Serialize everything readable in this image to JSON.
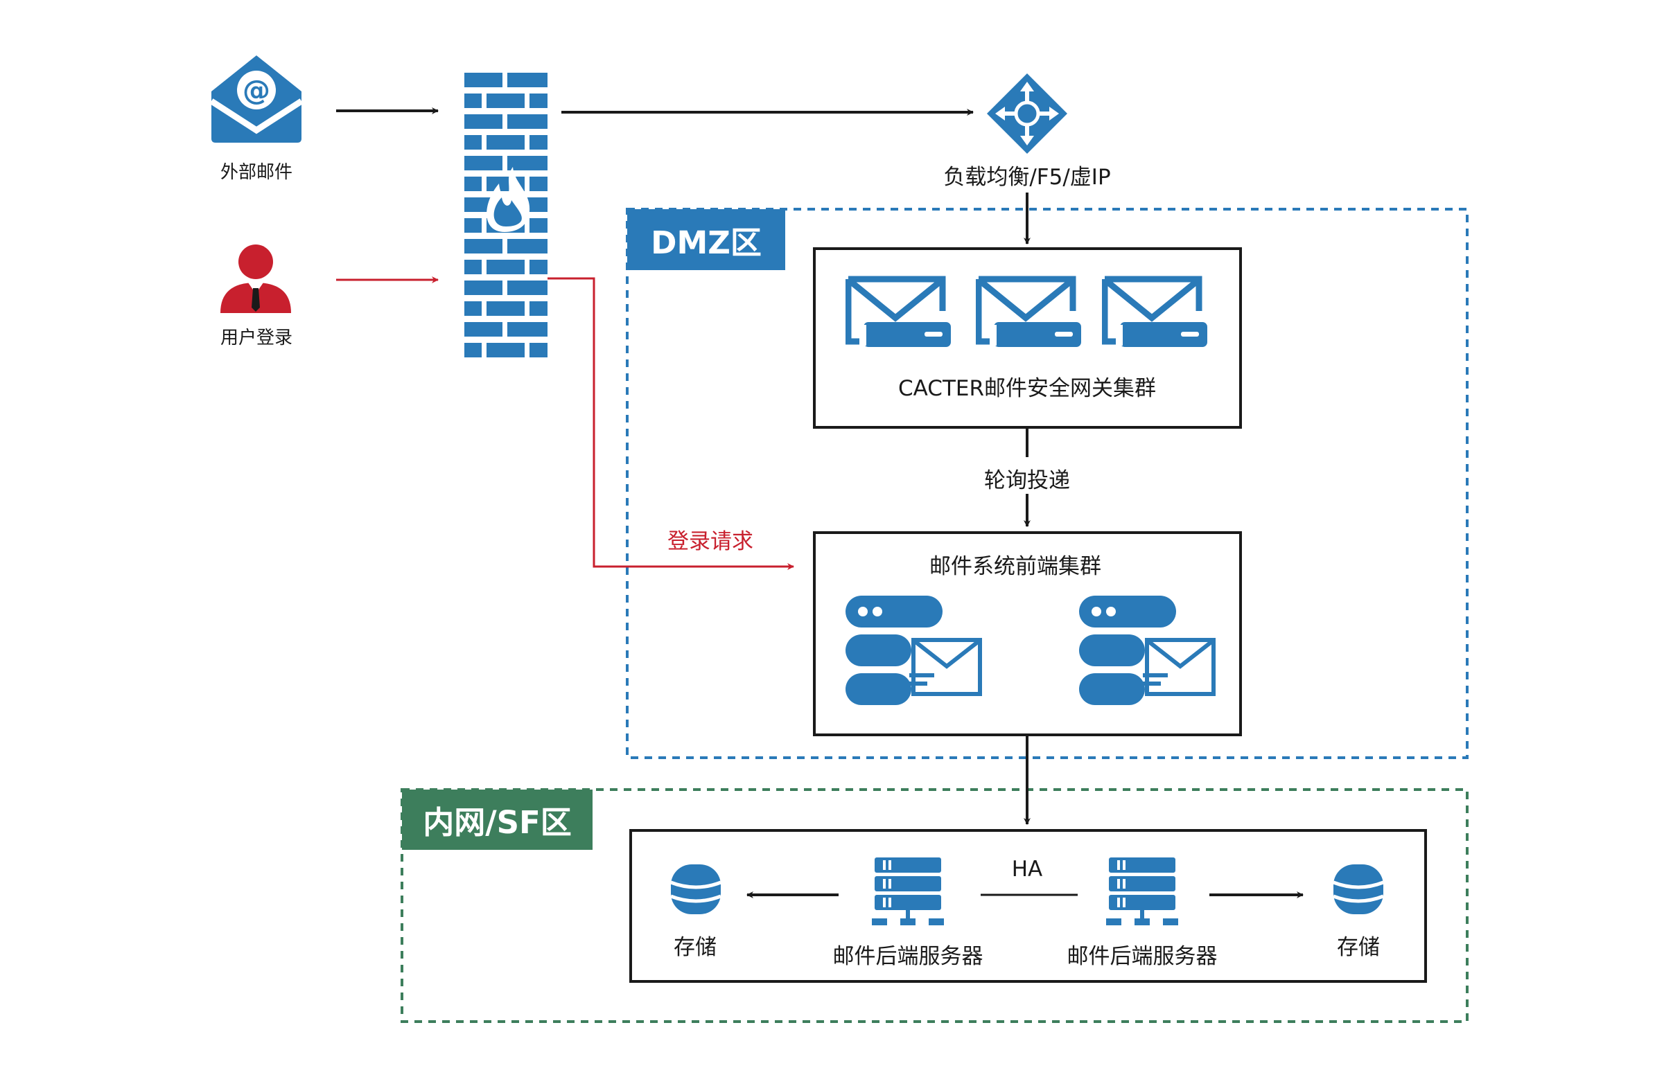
{
  "sources": {
    "external_mail": "外部邮件",
    "user_login": "用户登录"
  },
  "load_balancer": {
    "label": "负载均衡/F5/虚IP"
  },
  "dmz": {
    "tag": "DMZ区",
    "gateway_cluster": {
      "label": "CACTER邮件安全网关集群"
    },
    "delivery_label": "轮询投递",
    "login_request_label": "登录请求",
    "frontend_cluster": {
      "label": "邮件系统前端集群"
    }
  },
  "intranet": {
    "tag": "内网/SF区",
    "ha_label": "HA",
    "backend_left": "邮件后端服务器",
    "backend_right": "邮件后端服务器",
    "storage_left": "存储",
    "storage_right": "存储"
  },
  "colors": {
    "icon_blue": "#2a7ab8",
    "alert_red": "#c8202e",
    "dmz_blue": "#2a7ab8",
    "intranet_green": "#3d7e5c",
    "line_black": "#1a1a1a"
  }
}
